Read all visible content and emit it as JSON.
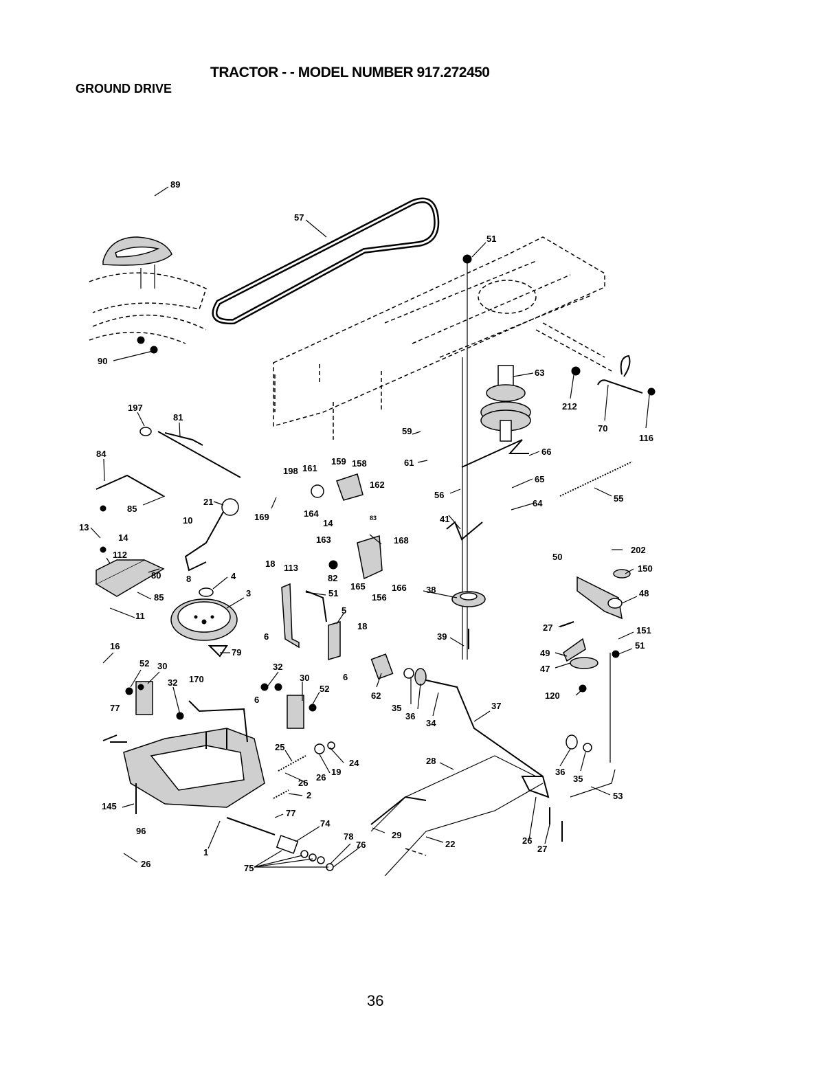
{
  "header": {
    "title": "TRACTOR - - MODEL NUMBER 917.272450",
    "section": "GROUND DRIVE"
  },
  "footer": {
    "page_number": "36"
  },
  "part_labels": [
    {
      "id": "p57",
      "text": "57"
    },
    {
      "id": "p89",
      "text": "89"
    },
    {
      "id": "p51a",
      "text": "51"
    },
    {
      "id": "p90",
      "text": "90"
    },
    {
      "id": "p63",
      "text": "63"
    },
    {
      "id": "p212",
      "text": "212"
    },
    {
      "id": "p70",
      "text": "70"
    },
    {
      "id": "p116",
      "text": "116"
    },
    {
      "id": "p197",
      "text": "197"
    },
    {
      "id": "p81",
      "text": "81"
    },
    {
      "id": "p59",
      "text": "59"
    },
    {
      "id": "p84",
      "text": "84"
    },
    {
      "id": "p61",
      "text": "61"
    },
    {
      "id": "p66",
      "text": "66"
    },
    {
      "id": "p198",
      "text": "198"
    },
    {
      "id": "p161",
      "text": "161"
    },
    {
      "id": "p159",
      "text": "159"
    },
    {
      "id": "p158",
      "text": "158"
    },
    {
      "id": "p162",
      "text": "162"
    },
    {
      "id": "p56",
      "text": "56"
    },
    {
      "id": "p65",
      "text": "65"
    },
    {
      "id": "p55",
      "text": "55"
    },
    {
      "id": "p85a",
      "text": "85"
    },
    {
      "id": "p21",
      "text": "21"
    },
    {
      "id": "p169",
      "text": "169"
    },
    {
      "id": "p164",
      "text": "164"
    },
    {
      "id": "p83",
      "text": "83"
    },
    {
      "id": "p64",
      "text": "64"
    },
    {
      "id": "p10",
      "text": "10"
    },
    {
      "id": "p14a",
      "text": "14"
    },
    {
      "id": "p41",
      "text": "41"
    },
    {
      "id": "p13",
      "text": "13"
    },
    {
      "id": "p14b",
      "text": "14"
    },
    {
      "id": "p163",
      "text": "163"
    },
    {
      "id": "p168",
      "text": "168"
    },
    {
      "id": "p50",
      "text": "50"
    },
    {
      "id": "p202",
      "text": "202"
    },
    {
      "id": "p112",
      "text": "112"
    },
    {
      "id": "p150",
      "text": "150"
    },
    {
      "id": "p80",
      "text": "80"
    },
    {
      "id": "p18a",
      "text": "18"
    },
    {
      "id": "p113",
      "text": "113"
    },
    {
      "id": "p8",
      "text": "8"
    },
    {
      "id": "p4",
      "text": "4"
    },
    {
      "id": "p82",
      "text": "82"
    },
    {
      "id": "p165",
      "text": "165"
    },
    {
      "id": "p166",
      "text": "166"
    },
    {
      "id": "p38",
      "text": "38"
    },
    {
      "id": "p48",
      "text": "48"
    },
    {
      "id": "p85b",
      "text": "85"
    },
    {
      "id": "p3",
      "text": "3"
    },
    {
      "id": "p51b",
      "text": "51"
    },
    {
      "id": "p156",
      "text": "156"
    },
    {
      "id": "p11",
      "text": "11"
    },
    {
      "id": "p5",
      "text": "5"
    },
    {
      "id": "p27a",
      "text": "27"
    },
    {
      "id": "p151",
      "text": "151"
    },
    {
      "id": "p18b",
      "text": "18"
    },
    {
      "id": "p6a",
      "text": "6"
    },
    {
      "id": "p39",
      "text": "39"
    },
    {
      "id": "p51c",
      "text": "51"
    },
    {
      "id": "p49",
      "text": "49"
    },
    {
      "id": "p16",
      "text": "16"
    },
    {
      "id": "p79",
      "text": "79"
    },
    {
      "id": "p47",
      "text": "47"
    },
    {
      "id": "p52a",
      "text": "52"
    },
    {
      "id": "p30a",
      "text": "30"
    },
    {
      "id": "p32a",
      "text": "32"
    },
    {
      "id": "p6b",
      "text": "6"
    },
    {
      "id": "p170",
      "text": "170"
    },
    {
      "id": "p30b",
      "text": "30"
    },
    {
      "id": "p32b",
      "text": "32"
    },
    {
      "id": "p52b",
      "text": "52"
    },
    {
      "id": "p62",
      "text": "62"
    },
    {
      "id": "p120",
      "text": "120"
    },
    {
      "id": "p77a",
      "text": "77"
    },
    {
      "id": "p6c",
      "text": "6"
    },
    {
      "id": "p35a",
      "text": "35"
    },
    {
      "id": "p36a",
      "text": "36"
    },
    {
      "id": "p34",
      "text": "34"
    },
    {
      "id": "p37",
      "text": "37"
    },
    {
      "id": "p25",
      "text": "25"
    },
    {
      "id": "p24",
      "text": "24"
    },
    {
      "id": "p28",
      "text": "28"
    },
    {
      "id": "p26a",
      "text": "26"
    },
    {
      "id": "p19",
      "text": "19"
    },
    {
      "id": "p26b",
      "text": "26"
    },
    {
      "id": "p36b",
      "text": "36"
    },
    {
      "id": "p35b",
      "text": "35"
    },
    {
      "id": "p2",
      "text": "2"
    },
    {
      "id": "p53",
      "text": "53"
    },
    {
      "id": "p145",
      "text": "145"
    },
    {
      "id": "p77b",
      "text": "77"
    },
    {
      "id": "p74",
      "text": "74"
    },
    {
      "id": "p96",
      "text": "96"
    },
    {
      "id": "p29",
      "text": "29"
    },
    {
      "id": "p78",
      "text": "78"
    },
    {
      "id": "p76",
      "text": "76"
    },
    {
      "id": "p22",
      "text": "22"
    },
    {
      "id": "p26c",
      "text": "26"
    },
    {
      "id": "p1",
      "text": "1"
    },
    {
      "id": "p27b",
      "text": "27"
    },
    {
      "id": "p26d",
      "text": "26"
    },
    {
      "id": "p75",
      "text": "75"
    }
  ]
}
